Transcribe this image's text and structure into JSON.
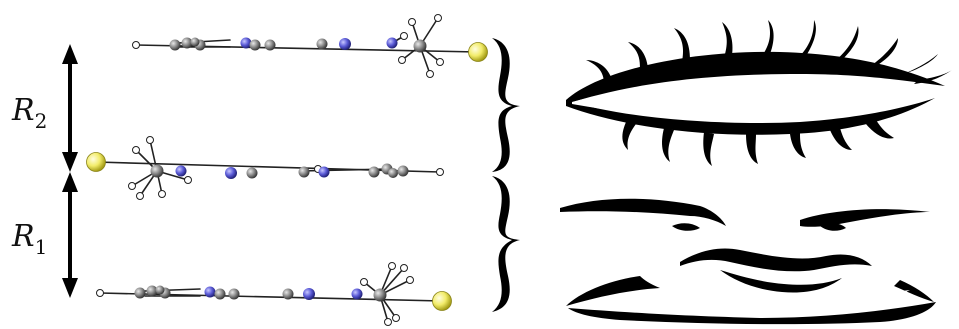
{
  "labels": {
    "r2": {
      "main": "R",
      "sub": "2"
    },
    "r1": {
      "main": "R",
      "sub": "1"
    }
  },
  "colors": {
    "carbon": "#8a8a8a",
    "nitrogen": "#5a5ad6",
    "hydrogen": "#ffffff",
    "sulfur": "#f2ec6a",
    "ink": "#000000"
  }
}
